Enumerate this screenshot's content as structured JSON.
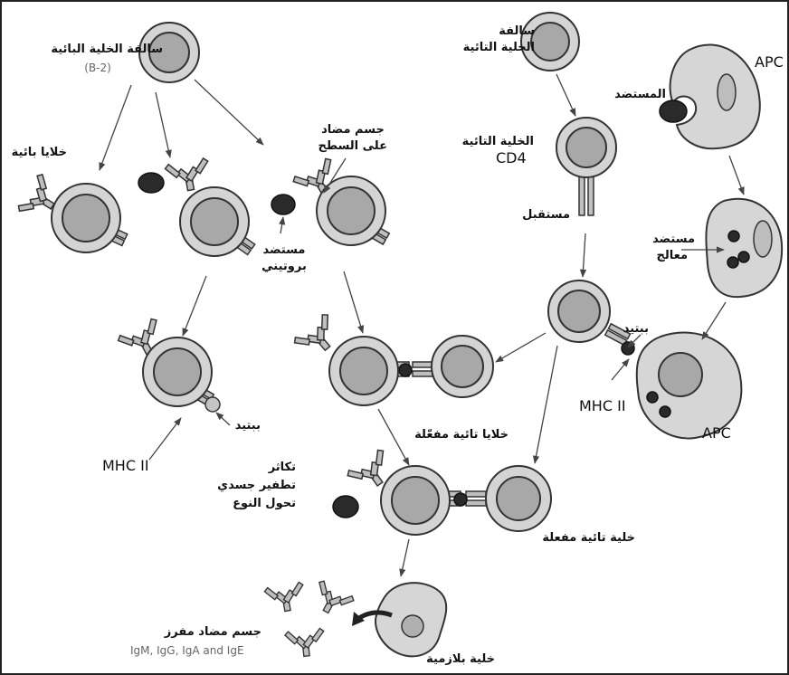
{
  "labels": {
    "b_precursor": "سالفة الخلية البائية",
    "b_precursor_sub": "(B-2)",
    "b_cells": "خلايا بائية",
    "surface_antibody_1": "جسم مضاد",
    "surface_antibody_2": "على السطح",
    "protein_antigen_1": "مستضد",
    "protein_antigen_2": "بروتيني",
    "peptide_left": "ببتيد",
    "mhc_left": "MHC II",
    "t_precursor_1": "سالفة",
    "t_precursor_2": "الخلية التائية",
    "cd4_cell_1": "الخلية التائية",
    "cd4_cell_2": "CD4",
    "receptor": "مستقبل",
    "apc_top": "APC",
    "antigen": "المستضد",
    "processed_antigen_1": "مستضد",
    "processed_antigen_2": "معالج",
    "peptide_right": "ببتيد",
    "mhc_right": "MHC II",
    "apc_bottom": "APC",
    "activated_t_cells": "خلايا تائية مفعّلة",
    "processes_1": "تكاثر",
    "processes_2": "تطفير جسدي",
    "processes_3": "تحول النوع",
    "activated_t_cell": "خلية تائية مفعلة",
    "plasma_cell": "خلية بلازمية",
    "secreted_antibody": "جسم مضاد مفرز",
    "isotypes": "IgM, IgG, IgA and IgE"
  },
  "colors": {
    "cell_outer": "#d4d4d4",
    "cell_inner": "#a8a8a8",
    "antigen": "#2a2a2a",
    "outline": "#333333"
  }
}
